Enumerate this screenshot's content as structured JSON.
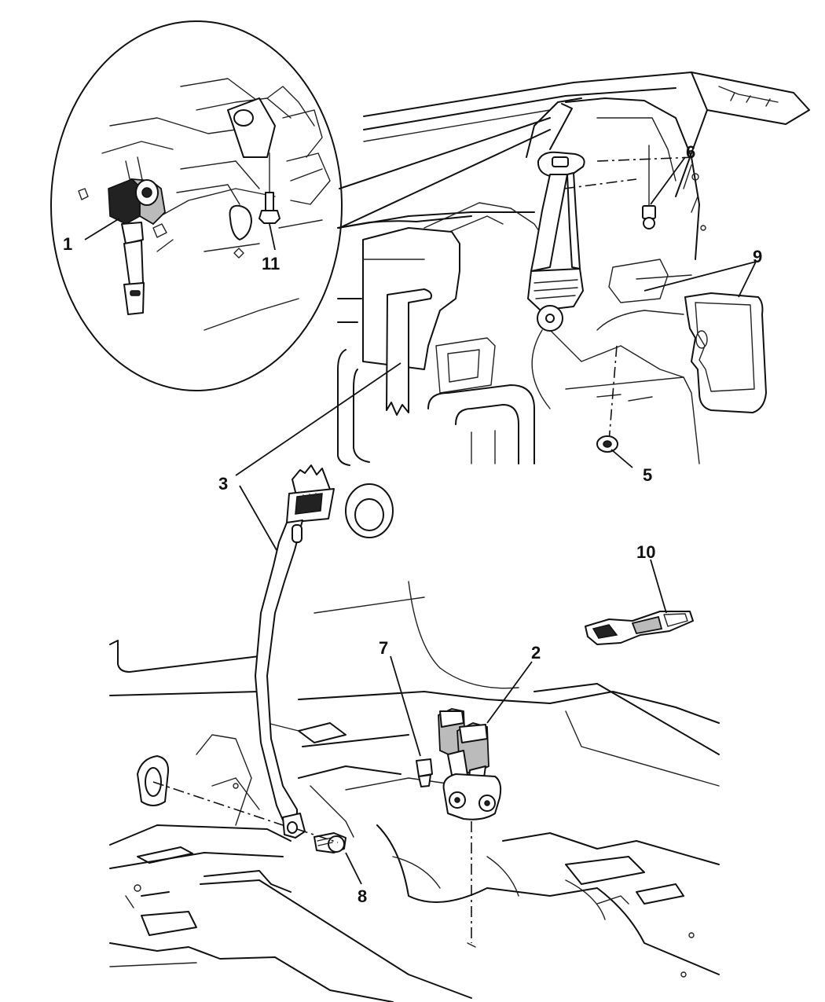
{
  "callouts": {
    "c1": "1",
    "c2": "2",
    "c3": "3",
    "c5": "5",
    "c6": "6",
    "c7": "7",
    "c8": "8",
    "c9": "9",
    "c10": "10",
    "c11": "11"
  }
}
